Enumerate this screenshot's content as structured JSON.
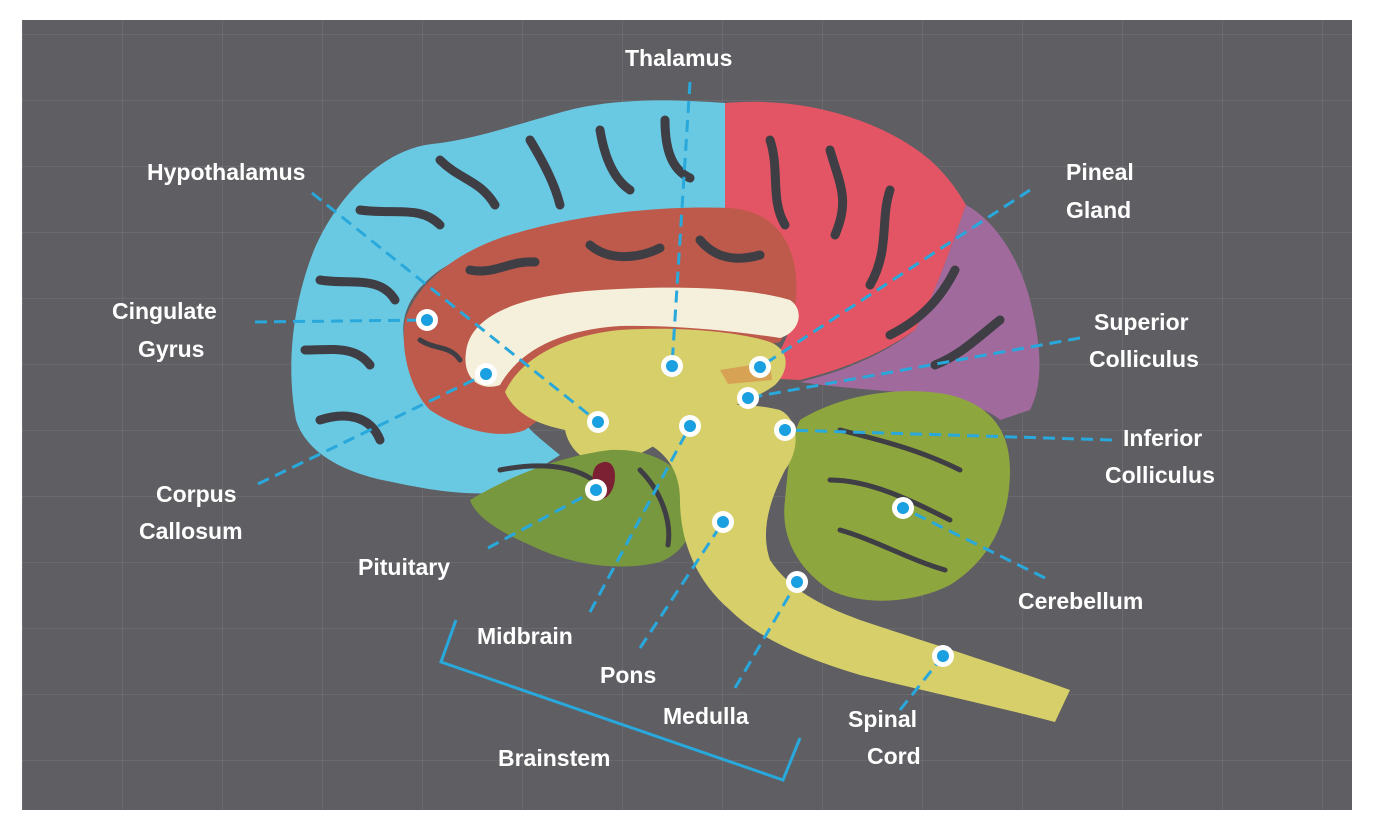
{
  "labels": {
    "thalamus": "Thalamus",
    "hypothalamus": "Hypothalamus",
    "pineal_1": "Pineal",
    "pineal_2": "Gland",
    "cingulate_1": "Cingulate",
    "cingulate_2": "Gyrus",
    "superior_1": "Superior",
    "superior_2": "Colliculus",
    "inferior_1": "Inferior",
    "inferior_2": "Colliculus",
    "corpus_1": "Corpus",
    "corpus_2": "Callosum",
    "pituitary": "Pituitary",
    "cerebellum": "Cerebellum",
    "midbrain": "Midbrain",
    "pons": "Pons",
    "medulla": "Medulla",
    "spinal_1": "Spinal",
    "spinal_2": "Cord",
    "brainstem": "Brainstem"
  },
  "colors": {
    "background": "#5f5e62",
    "frontal_region": "#69c9e3",
    "parietal_region": "#e35564",
    "occipital_region": "#a06a9d",
    "cingulate_gyrus": "#be5a4b",
    "corpus_callosum": "#f5f0dc",
    "diencephalon_brainstem": "#d6cf6a",
    "cerebellum": "#8ea63e",
    "temporal_area": "#78983f",
    "pineal_gland": "#d7a253",
    "pituitary": "#7b2133",
    "leader_lines": "#29a8dc"
  }
}
